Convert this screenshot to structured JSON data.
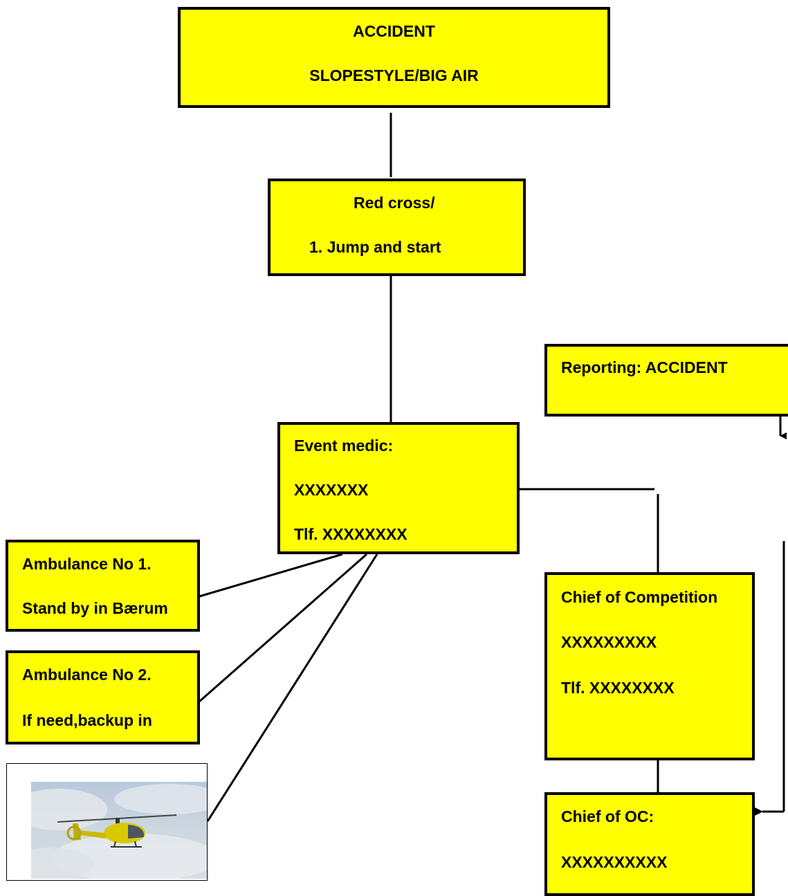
{
  "colors": {
    "box_fill": "#ffff00",
    "border": "#000000",
    "background": "#ffffff"
  },
  "accident_box": {
    "line1": "ACCIDENT",
    "line2": "SLOPESTYLE/BIG AIR"
  },
  "red_cross_box": {
    "line1": "Red cross/",
    "line2": "1. Jump and start"
  },
  "event_medic_box": {
    "line1": "Event medic:",
    "line2": "XXXXXXX",
    "line3": "Tlf. XXXXXXXX"
  },
  "reporting_box": {
    "line1": "Reporting: ACCIDENT"
  },
  "ambulance1_box": {
    "line1": "Ambulance No 1.",
    "line2": "Stand by in Bærum"
  },
  "ambulance2_box": {
    "line1": "Ambulance No 2.",
    "line2": "If need,backup in"
  },
  "helicopter_photo": {
    "icon": "helicopter-icon"
  },
  "chief_competition_box": {
    "line1": "Chief of Competition",
    "line2": "XXXXXXXXX",
    "line3": "Tlf. XXXXXXXX"
  },
  "chief_oc_box": {
    "line1": "Chief of OC:",
    "line2": "XXXXXXXXXX"
  }
}
